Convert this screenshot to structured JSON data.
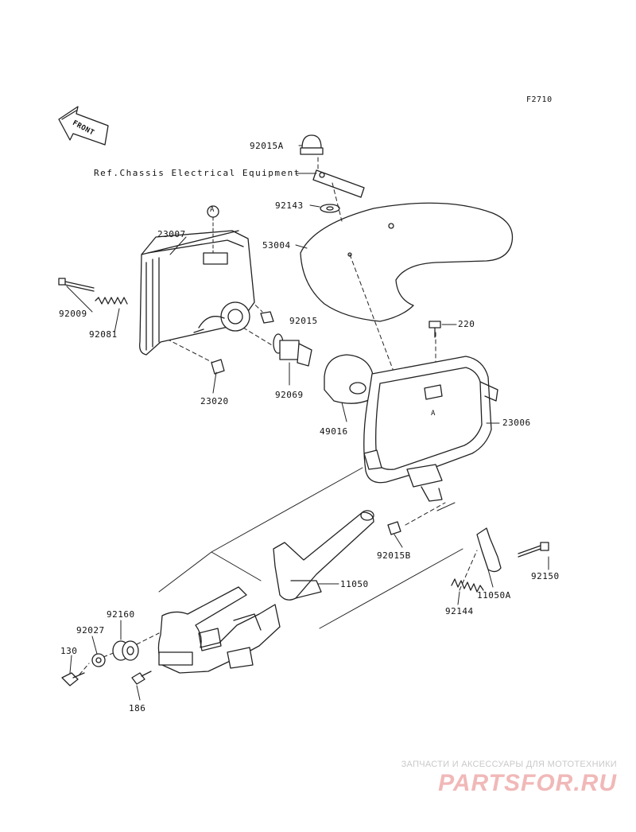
{
  "figure_code": "F2710",
  "front_arrow_label": "FRONT",
  "reference_note": "Ref.Chassis Electrical Equipment",
  "callout_marker": "A",
  "part_labels": {
    "p92015A": "92015A",
    "p92143": "92143",
    "p53004": "53004",
    "p23007": "23007",
    "p92009": "92009",
    "p92081": "92081",
    "p92015": "92015",
    "p23020": "23020",
    "p92069": "92069",
    "p220": "220",
    "p49016": "49016",
    "p23006": "23006",
    "p92015B": "92015B",
    "p11050": "11050",
    "p92150": "92150",
    "p11050A": "11050A",
    "p92144": "92144",
    "p92160": "92160",
    "p92027": "92027",
    "p130": "130",
    "p186": "186"
  },
  "watermark": {
    "tagline": "ЗАПЧАСТИ И АКСЕССУАРЫ ДЛЯ МОТОТЕХНИКИ",
    "logo": "PARTSFOR.RU"
  }
}
